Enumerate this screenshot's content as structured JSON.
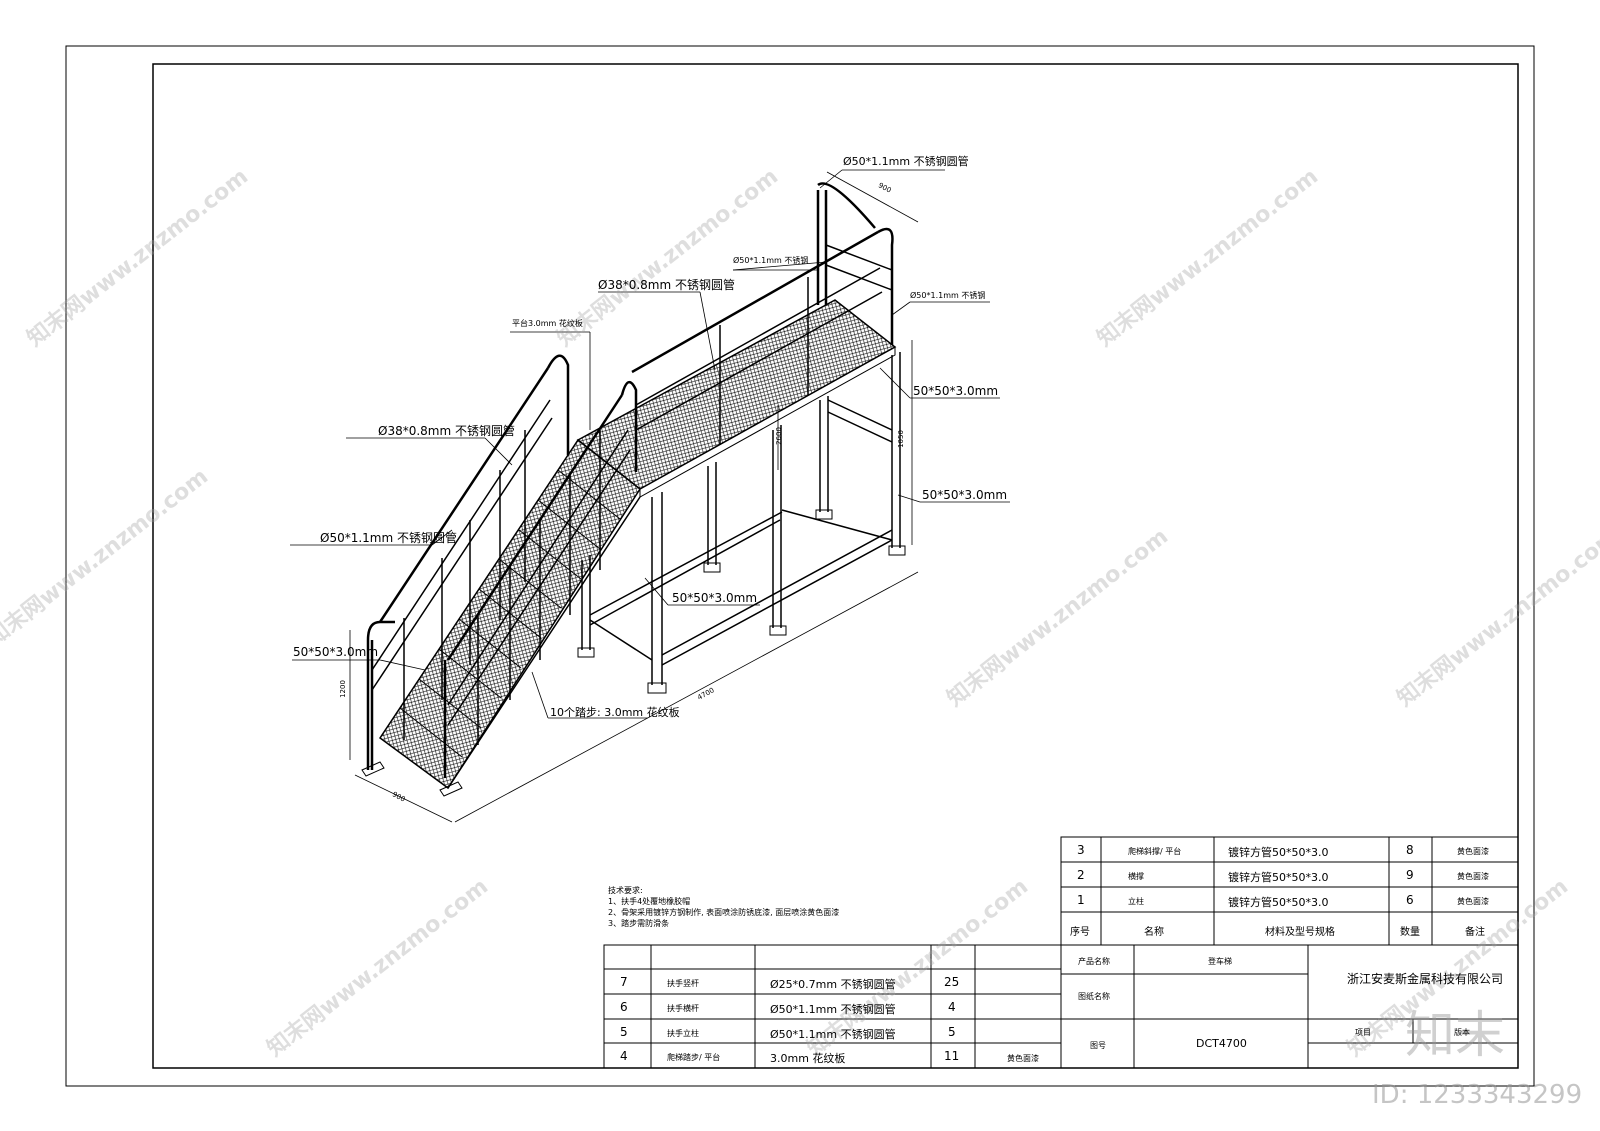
{
  "labels": {
    "top_rail": "Ø50*1.1mm 不锈钢圆管",
    "dim_900_top": "900",
    "plat_rail_50": "Ø50*1.1mm 不锈钢",
    "plat_rail_38": "Ø38*0.8mm 不锈钢圆管",
    "right_rail_50": "Ø50*1.1mm 不锈钢",
    "plat_plate": "平台3.0mm 花纹板",
    "sq_tube_1": "50*50*3.0mm",
    "stair_rail_38": "Ø38*0.8mm 不锈钢圆管",
    "sq_tube_2": "50*50*3.0mm",
    "stair_rail_50": "Ø50*1.1mm 不锈钢圆管",
    "sq_tube_3": "50*50*3.0mm",
    "sq_tube_4": "50*50*3.0mm",
    "steps": "10个踏步: 3.0mm 花纹板",
    "dim_4700": "4700",
    "dim_900_bottom": "900",
    "dim_1050": "1050",
    "dim_1200": "1200",
    "dim_2600": "2600"
  },
  "notes": {
    "title": "技术要求:",
    "lines": [
      "1、扶手4处覆地橡胶帽",
      "2、骨架采用镀锌方钢制作, 表面喷涂防锈底漆, 面层喷涂黄色面漆",
      "3、踏步需防滑条"
    ]
  },
  "parts_upper": [
    {
      "no": "3",
      "name": "爬梯斜撑/ 平台",
      "spec": "镀锌方管50*50*3.0",
      "qty": "8",
      "remark": "黄色面漆"
    },
    {
      "no": "2",
      "name": "横撑",
      "spec": "镀锌方管50*50*3.0",
      "qty": "9",
      "remark": "黄色面漆"
    },
    {
      "no": "1",
      "name": "立柱",
      "spec": "镀锌方管50*50*3.0",
      "qty": "6",
      "remark": "黄色面漆"
    }
  ],
  "parts_header": {
    "no": "序号",
    "name": "名称",
    "spec": "材料及型号规格",
    "qty": "数量",
    "remark": "备注"
  },
  "parts_lower": [
    {
      "no": "7",
      "name": "扶手竖杆",
      "spec": "Ø25*0.7mm 不锈钢圆管",
      "qty": "25",
      "remark": ""
    },
    {
      "no": "6",
      "name": "扶手横杆",
      "spec": "Ø50*1.1mm 不锈钢圆管",
      "qty": "4",
      "remark": ""
    },
    {
      "no": "5",
      "name": "扶手立柱",
      "spec": "Ø50*1.1mm 不锈钢圆管",
      "qty": "5",
      "remark": ""
    },
    {
      "no": "4",
      "name": "爬梯踏步/ 平台",
      "spec": "3.0mm 花纹板",
      "qty": "11",
      "remark": "黄色面漆"
    }
  ],
  "title_block": {
    "product_label": "产品名称",
    "product_value": "登车梯",
    "drawing_label": "图纸名称",
    "drawing_no_label": "图号",
    "drawing_no": "DCT4700",
    "company": "浙江安麦斯金属科技有限公司",
    "project_label": "项目",
    "version_label": "版本"
  },
  "watermark": {
    "text": "知末网www.znzmo.com",
    "logo": "知末",
    "id": "ID: 1233343299"
  }
}
